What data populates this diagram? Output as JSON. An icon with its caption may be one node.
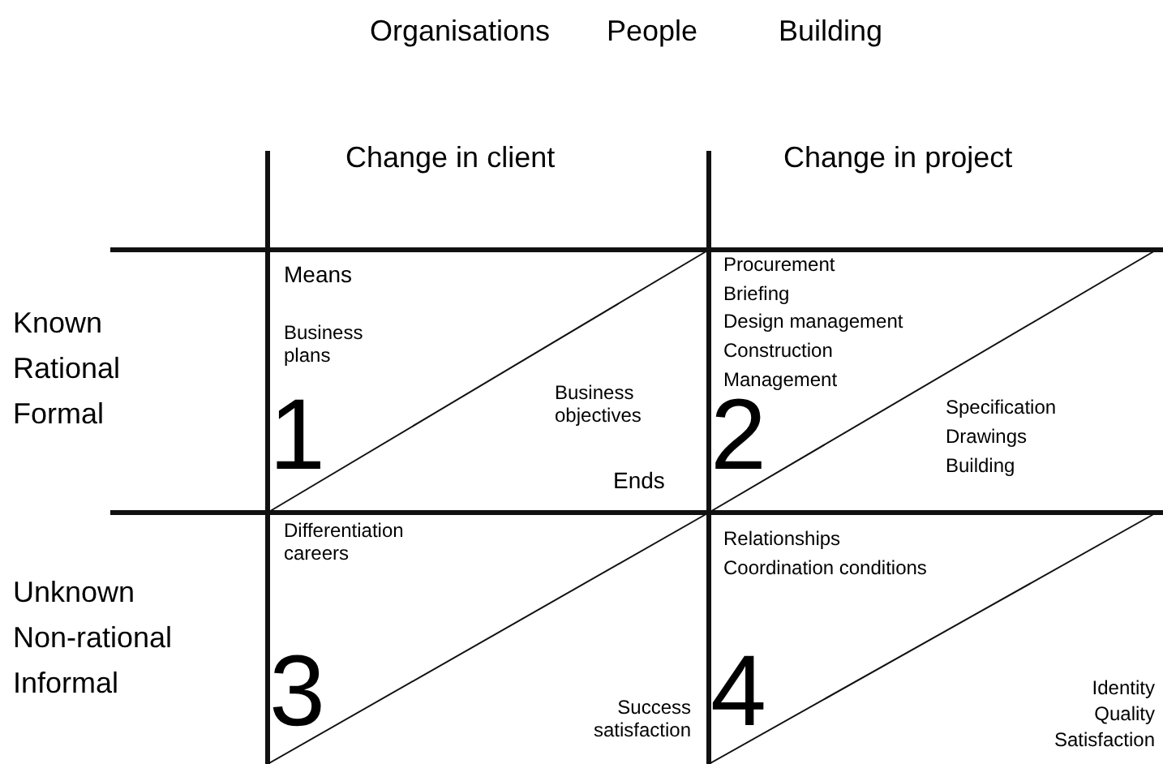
{
  "diagram": {
    "labels": [
      "Organisations",
      "People",
      "Building",
      "Change in client",
      "Change in project",
      "Known",
      "Rational",
      "Formal",
      "Means",
      "Business plans",
      "Business objectives",
      "Ends",
      "1",
      "Procurement",
      "Briefing",
      "Design management",
      "Construction",
      "Management",
      "Specification",
      "Drawings",
      "Building",
      "2",
      "Differentiation careers",
      "Unknown",
      "Non-rational",
      "Informal",
      "3",
      "Success satisfaction",
      "Relationships",
      "Coordination conditions",
      "4",
      "Identity",
      "Quality",
      "Satisfaction"
    ]
  }
}
